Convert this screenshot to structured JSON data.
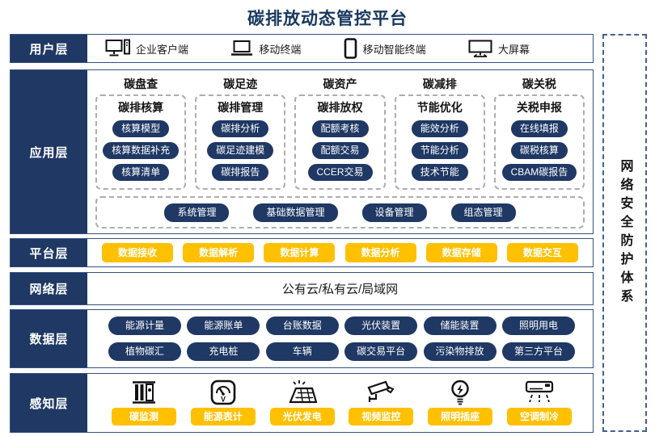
{
  "title": "碳排放动态管控平台",
  "security": {
    "label": "网络安全防护体系"
  },
  "user": {
    "label": "用户层",
    "items": [
      {
        "icon": "desktop-pc-icon",
        "label": "企业客户端"
      },
      {
        "icon": "laptop-icon",
        "label": "移动终端"
      },
      {
        "icon": "smartphone-icon",
        "label": "移动智能终端"
      },
      {
        "icon": "big-screen-icon",
        "label": "大屏幕"
      }
    ]
  },
  "application": {
    "label": "应用层",
    "columns": [
      {
        "category": "碳盘查",
        "module": "碳排核算",
        "items": [
          "核算模型",
          "核算数据补充",
          "核算清单"
        ]
      },
      {
        "category": "碳足迹",
        "module": "碳排管理",
        "items": [
          "碳排分析",
          "碳足迹建模",
          "碳排报告"
        ]
      },
      {
        "category": "碳资产",
        "module": "碳排放权",
        "items": [
          "配额考核",
          "配额交易",
          "CCER交易"
        ]
      },
      {
        "category": "碳减排",
        "module": "节能优化",
        "items": [
          "能效分析",
          "节能分析",
          "技术节能"
        ]
      },
      {
        "category": "碳关税",
        "module": "关税申报",
        "items": [
          "在线填报",
          "碳税核算",
          "CBAM碳报告"
        ]
      }
    ],
    "common": [
      "系统管理",
      "基础数据管理",
      "设备管理",
      "组态管理"
    ]
  },
  "platform": {
    "label": "平台层",
    "items": [
      "数据接收",
      "数据解析",
      "数据计算",
      "数据分析",
      "数据存储",
      "数据交互"
    ]
  },
  "network": {
    "label": "网络层",
    "content": "公有云/私有云/局域网"
  },
  "data_layer": {
    "label": "数据层",
    "row1": [
      "能源计量",
      "能源账单",
      "台账数据",
      "光伏装置",
      "储能装置",
      "照明用电"
    ],
    "row2": [
      "植物碳汇",
      "充电桩",
      "车辆",
      "碳交易平台",
      "污染物排放",
      "第三方平台"
    ]
  },
  "perception": {
    "label": "感知层",
    "items": [
      {
        "icon": "carbon-monitor-icon",
        "label": "碳监测"
      },
      {
        "icon": "energy-meter-icon",
        "label": "能源表计"
      },
      {
        "icon": "solar-panel-icon",
        "label": "光伏发电"
      },
      {
        "icon": "cctv-camera-icon",
        "label": "视频监控"
      },
      {
        "icon": "light-socket-icon",
        "label": "照明插座"
      },
      {
        "icon": "air-conditioner-icon",
        "label": "空调制冷"
      }
    ]
  },
  "colors": {
    "navy": "#1F3864",
    "orange": "#FFC000"
  }
}
